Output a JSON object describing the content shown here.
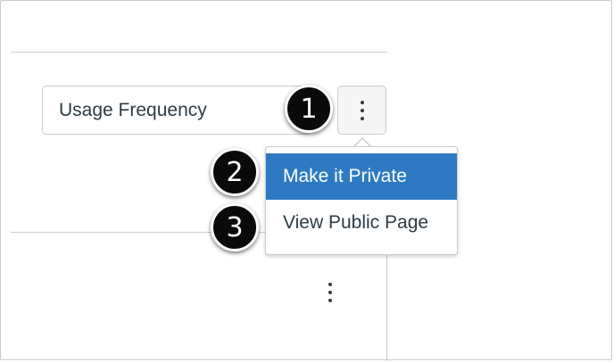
{
  "sort": {
    "selected": "Usage Frequency"
  },
  "menu": {
    "items": [
      {
        "label": "Make it Private",
        "state": "highlighted"
      },
      {
        "label": "View Public Page",
        "state": "normal"
      }
    ]
  },
  "callouts": [
    "1",
    "2",
    "3"
  ],
  "colors": {
    "highlight": "#2d7ac3",
    "text": "#2d3b45",
    "border": "#c7cdd1"
  },
  "icons": {
    "options": "kebab-vertical-icon"
  }
}
